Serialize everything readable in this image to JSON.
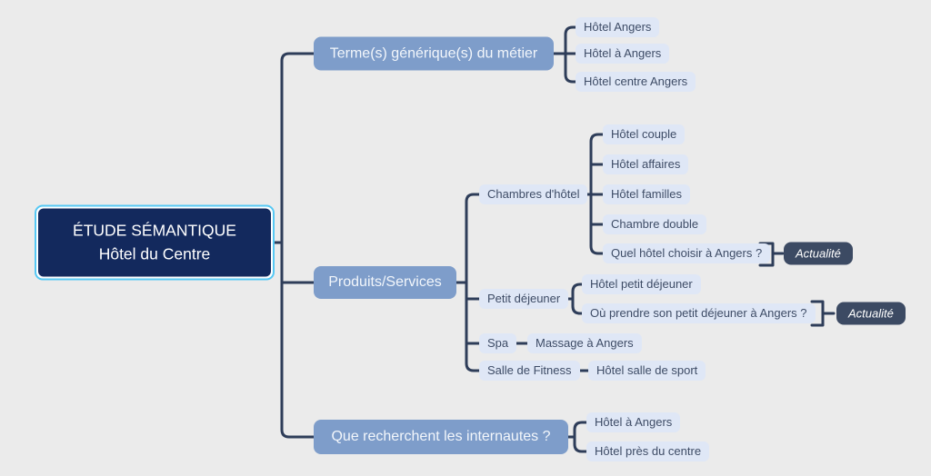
{
  "diagram": {
    "root": {
      "line1": "ÉTUDE SÉMANTIQUE",
      "line2": "Hôtel du Centre"
    },
    "branches": [
      {
        "label": "Terme(s) générique(s) du métier",
        "children": [
          {
            "label": "Hôtel Angers"
          },
          {
            "label": "Hôtel à Angers"
          },
          {
            "label": "Hôtel centre Angers"
          }
        ]
      },
      {
        "label": "Produits/Services",
        "children": [
          {
            "label": "Chambres d'hôtel",
            "children": [
              {
                "label": "Hôtel couple"
              },
              {
                "label": "Hôtel affaires"
              },
              {
                "label": "Hôtel familles"
              },
              {
                "label": "Chambre double"
              },
              {
                "label": "Quel hôtel choisir à Angers ?",
                "tag": "Actualité"
              }
            ]
          },
          {
            "label": "Petit déjeuner",
            "children": [
              {
                "label": "Hôtel petit déjeuner"
              },
              {
                "label": "Où prendre son petit déjeuner à Angers ?",
                "tag": "Actualité"
              }
            ]
          },
          {
            "label": "Spa",
            "children": [
              {
                "label": "Massage à Angers"
              }
            ]
          },
          {
            "label": "Salle de Fitness",
            "children": [
              {
                "label": "Hôtel salle de sport"
              }
            ]
          }
        ]
      },
      {
        "label": "Que recherchent les internautes ?",
        "children": [
          {
            "label": "Hôtel à Angers"
          },
          {
            "label": "Hôtel près du centre"
          }
        ]
      }
    ],
    "colors": {
      "background": "#ebebeb",
      "root_fill": "#13295d",
      "root_ring": "#55c8f4",
      "branch_fill": "#7e9dca",
      "leaf_fill": "#dfe7f6",
      "leaf_text": "#3e4c66",
      "badge_fill": "#3c4a63",
      "connector": "#2e3d59"
    }
  }
}
